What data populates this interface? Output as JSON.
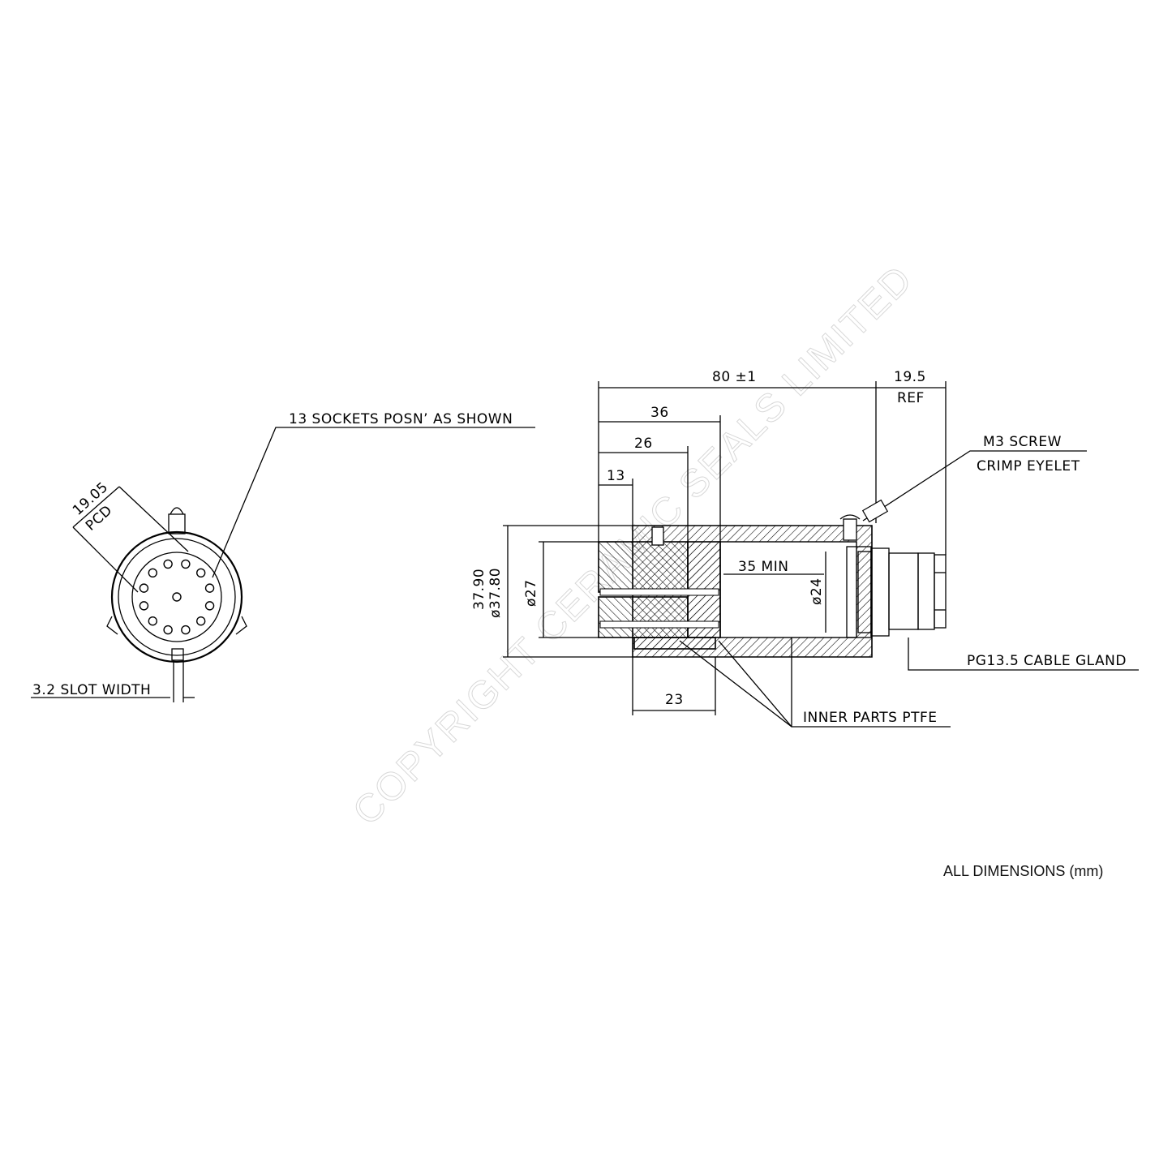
{
  "front_view": {
    "pcd_value": "19.05",
    "pcd_label": "PCD",
    "sockets_note": "13 SOCKETS POSN’ AS SHOWN",
    "slot_note": "3.2 SLOT WIDTH"
  },
  "side_view": {
    "overall_length": "80 ±1",
    "gland_length": "19.5",
    "gland_ref": "REF",
    "dim_36": "36",
    "dim_26": "26",
    "dim_13": "13",
    "dim_23": "23",
    "outer_dia_a": "37.90",
    "outer_dia_b": "ø37.80",
    "dia_27": "ø27",
    "dia_24": "ø24",
    "bore_depth": "35 MIN",
    "screw_note_1": "M3 SCREW",
    "screw_note_2": "CRIMP EYELET",
    "gland_note": "PG13.5 CABLE GLAND",
    "ptfe_note": "INNER PARTS PTFE"
  },
  "watermark": "COPYRIGHT CERAMIC SEALS LIMITED",
  "footer": "ALL DIMENSIONS (mm)"
}
